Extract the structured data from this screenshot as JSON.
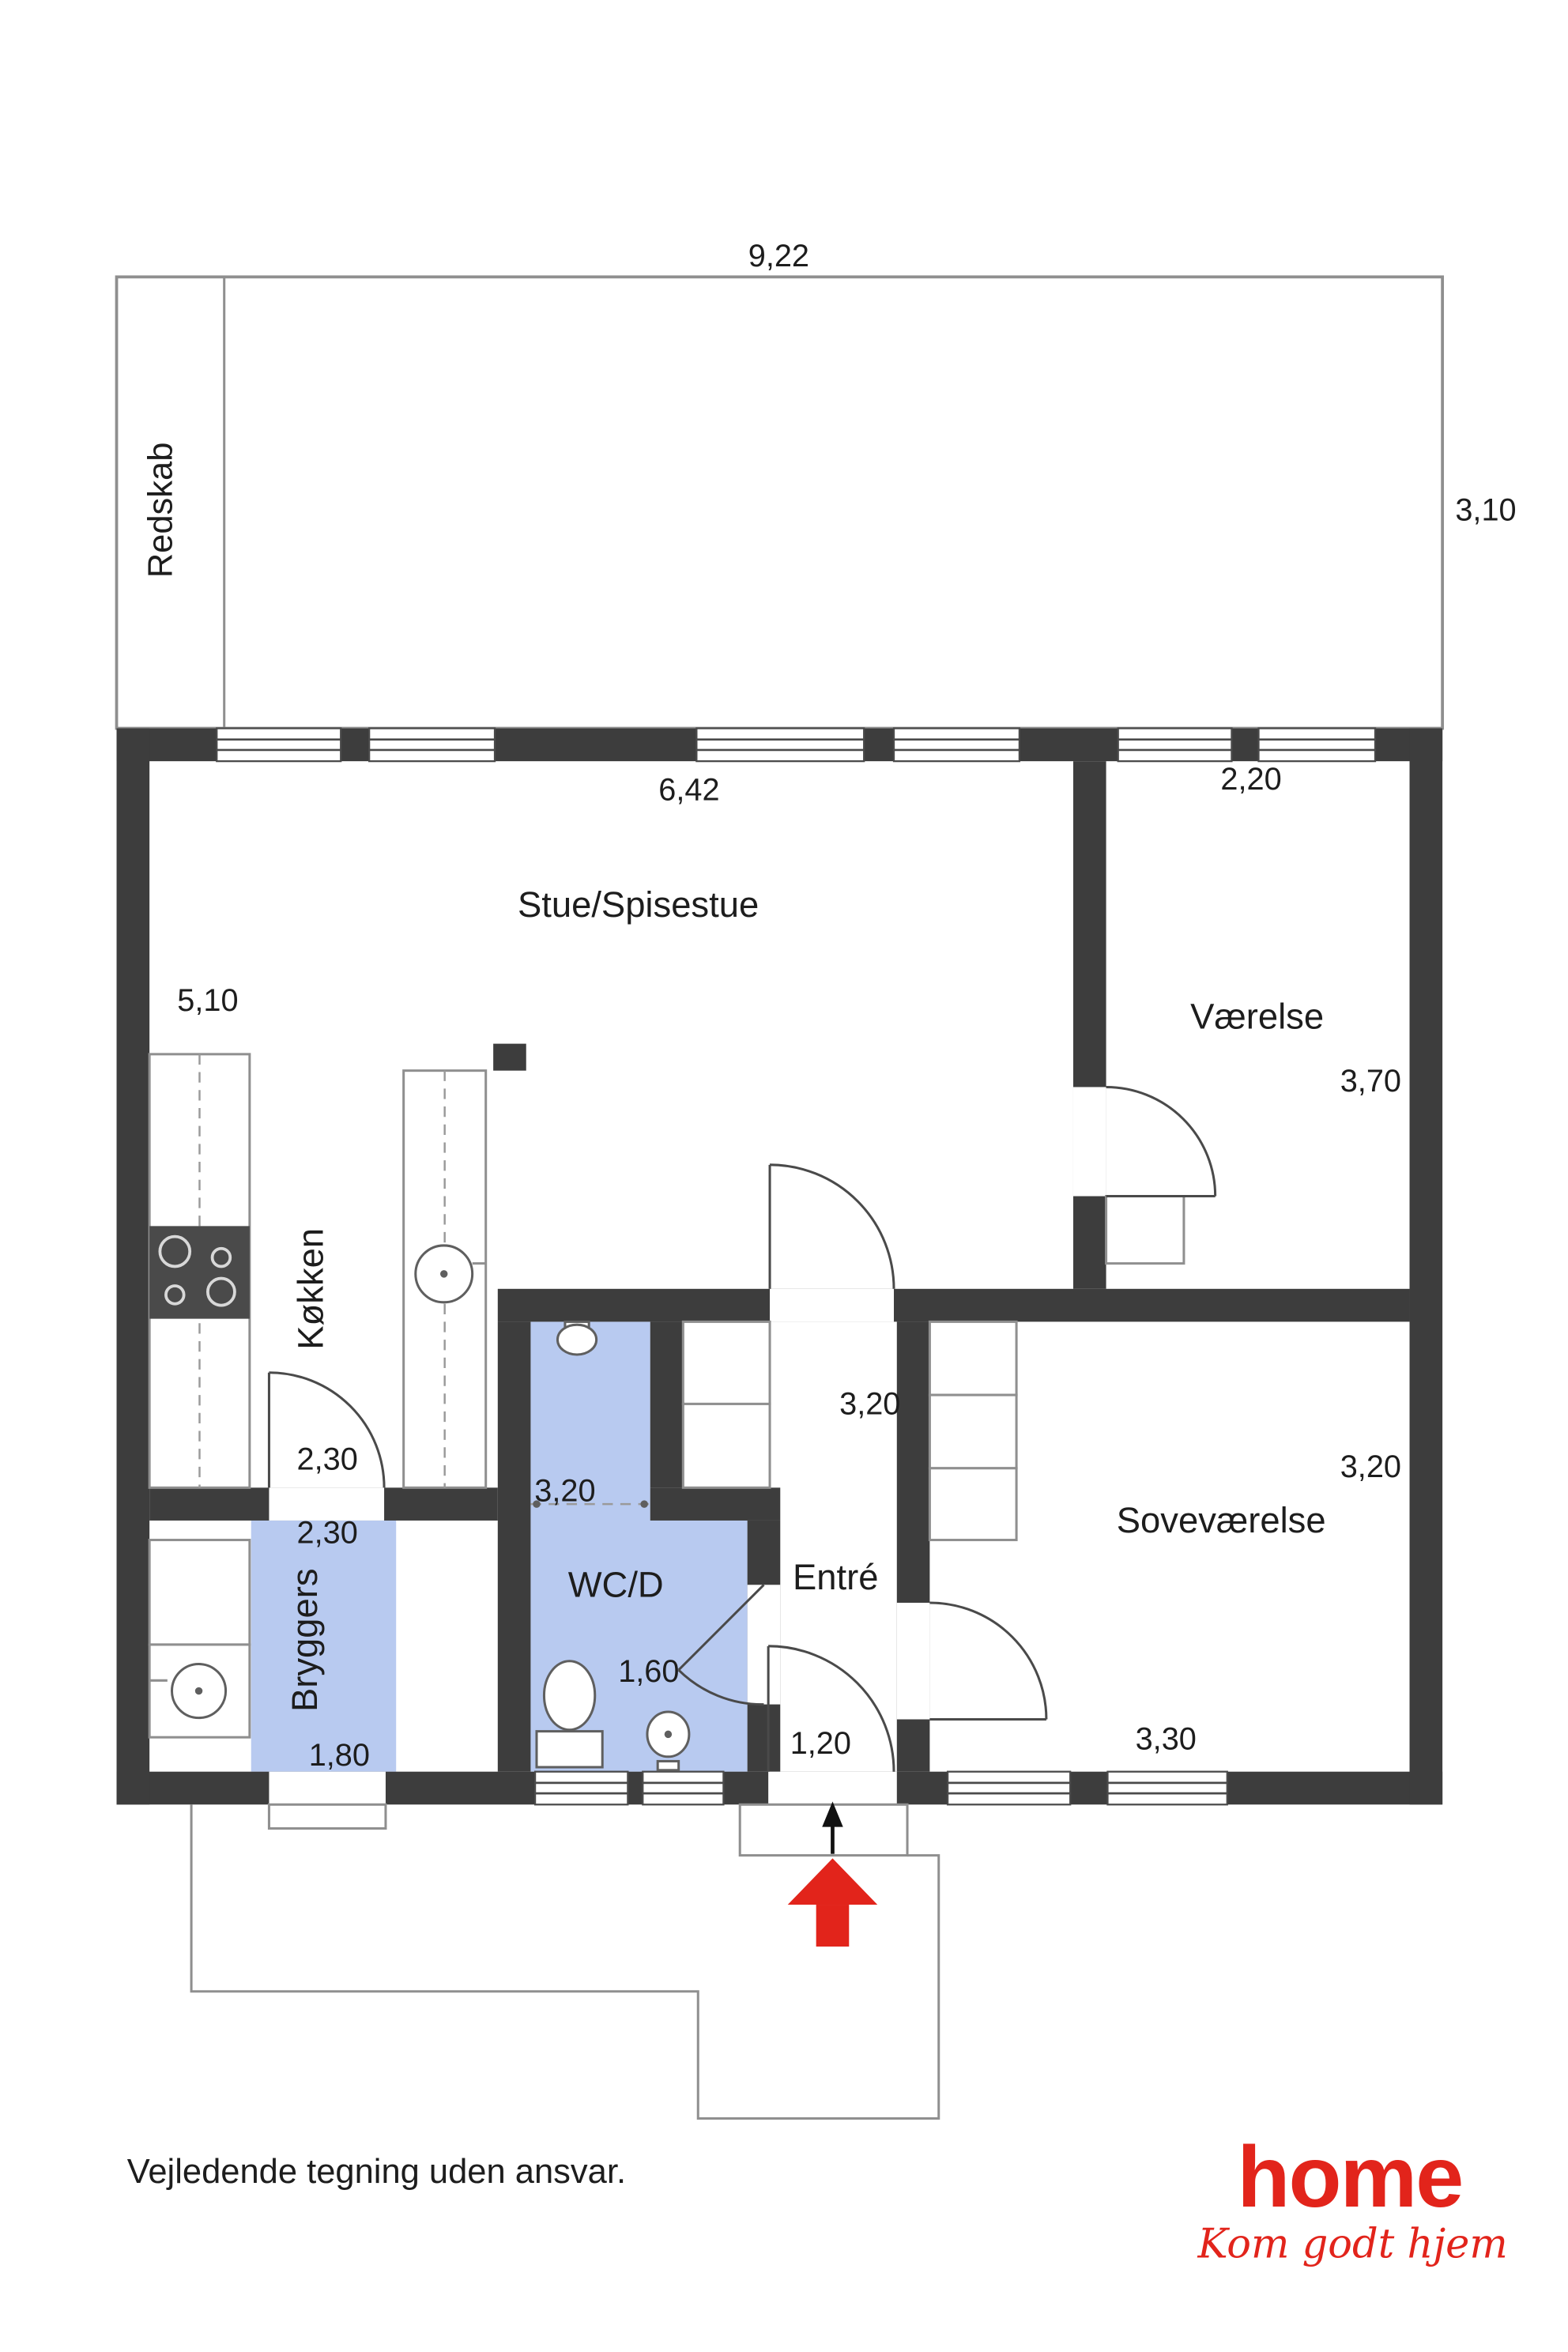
{
  "colors": {
    "wall": "#3d3d3d",
    "wet": "#b8caf0",
    "accent": "#e2241b"
  },
  "plan": {
    "rooms": {
      "redskab": "Redskab",
      "stue": "Stue/Spisestue",
      "vaerelse": "Værelse",
      "koekken": "Køkken",
      "wcd": "WC/D",
      "entre": "Entré",
      "sovevaerelse": "Soveværelse",
      "bryggers": "Bryggers"
    },
    "dimensions": {
      "total_width": "9,22",
      "outbuilding_depth": "3,10",
      "stue_width": "6,42",
      "vaerelse_width": "2,20",
      "stue_depth": "5,10",
      "vaerelse_depth": "3,70",
      "koekken_width": "2,30",
      "bryggers_width": "2,30",
      "wcd_depth": "3,20",
      "entre_depth": "3,20",
      "sovevaerelse_depth": "3,20",
      "wcd_width": "1,60",
      "bryggers_inner_width": "1,80",
      "entre_door_width": "1,20",
      "sovevaerelse_width": "3,30"
    }
  },
  "icons": {
    "entrance_arrow_icon": "red-up-arrow",
    "entry_direction_icon": "black-up-arrow"
  },
  "footer": {
    "disclaimer": "Vejledende tegning uden ansvar."
  },
  "brand": {
    "name": "home",
    "tagline": "Kom godt hjem"
  }
}
